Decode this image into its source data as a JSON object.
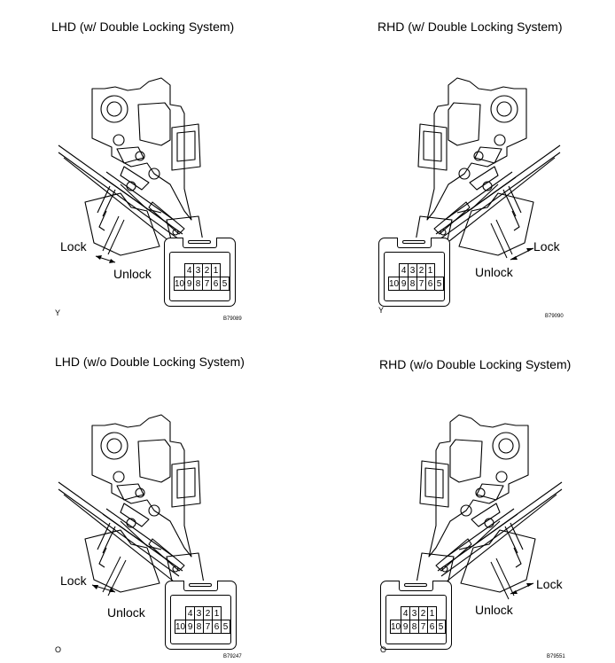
{
  "panels": [
    {
      "title": "LHD (w/ Double Locking System)",
      "lock_label": "Lock",
      "unlock_label": "Unlock",
      "corner_mark": "Y",
      "figure_code": "B79089",
      "connector_top_row": [
        "4",
        "3",
        "2",
        "1"
      ],
      "connector_bottom_row": [
        "10",
        "9",
        "8",
        "7",
        "6",
        "5"
      ]
    },
    {
      "title": "RHD (w/ Double Locking System)",
      "lock_label": "Lock",
      "unlock_label": "Unlock",
      "corner_mark": "Y",
      "figure_code": "B79090",
      "connector_top_row": [
        "4",
        "3",
        "2",
        "1"
      ],
      "connector_bottom_row": [
        "10",
        "9",
        "8",
        "7",
        "6",
        "5"
      ]
    },
    {
      "title": "LHD (w/o Double Locking System)",
      "lock_label": "Lock",
      "unlock_label": "Unlock",
      "corner_mark": "O",
      "figure_code": "B79247",
      "connector_top_row": [
        "4",
        "3",
        "2",
        "1"
      ],
      "connector_bottom_row": [
        "10",
        "9",
        "8",
        "7",
        "6",
        "5"
      ]
    },
    {
      "title": "RHD (w/o Double Locking System)",
      "lock_label": "Lock",
      "unlock_label": "Unlock",
      "corner_mark": "O",
      "figure_code": "B79551",
      "connector_top_row": [
        "4",
        "3",
        "2",
        "1"
      ],
      "connector_bottom_row": [
        "10",
        "9",
        "8",
        "7",
        "6",
        "5"
      ]
    }
  ]
}
